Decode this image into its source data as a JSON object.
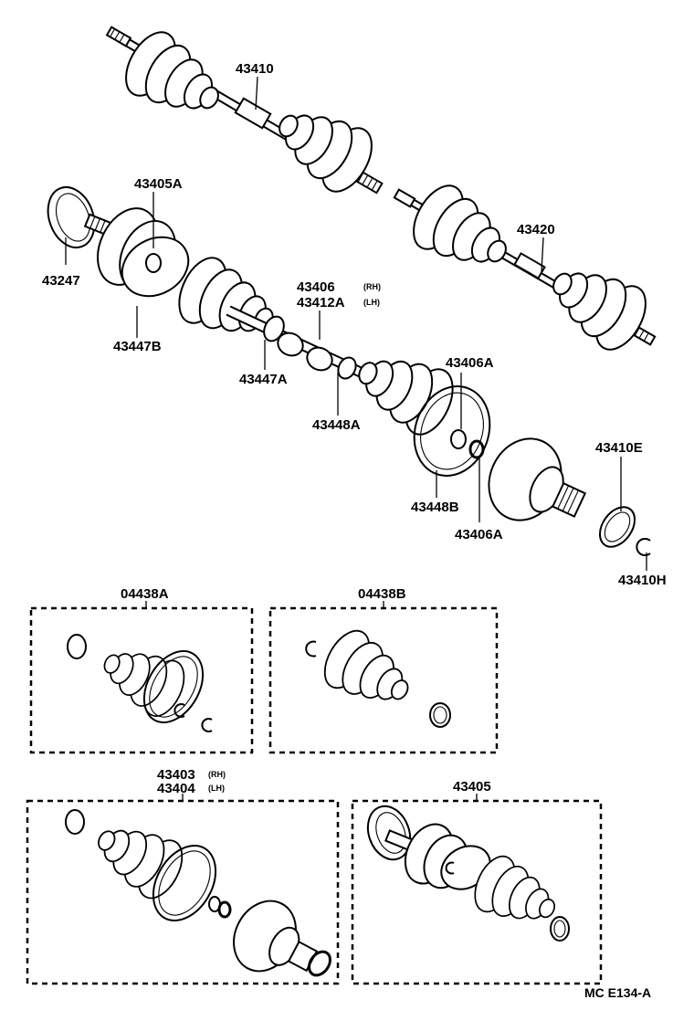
{
  "labels": {
    "shaft_assy_top": "43410",
    "shaft_assy_right": "43420",
    "outer_joint_kit_a": "43405A",
    "dust_deflector": "43247",
    "boot_clamp_b": "43447B",
    "shaft_rh": "43406",
    "rh_tag": "(RH)",
    "shaft_lh": "43412A",
    "lh_tag": "(LH)",
    "boot_clamp_a": "43447A",
    "inner_clamp_a": "43448A",
    "snap_ring_top": "43406A",
    "inner_clamp_b": "43448B",
    "snap_ring_bottom": "43406A",
    "bearing_ring": "43410E",
    "hole_snap_ring": "43410H",
    "kit_a": "04438A",
    "kit_b": "04438B",
    "outer_rh": "43403",
    "outer_rh_tag": "(RH)",
    "outer_lh": "43404",
    "outer_lh_tag": "(LH)",
    "outer_kit": "43405",
    "footer": "MC  E134-A"
  },
  "colors": {
    "ink": "#000000",
    "paper": "#ffffff"
  }
}
